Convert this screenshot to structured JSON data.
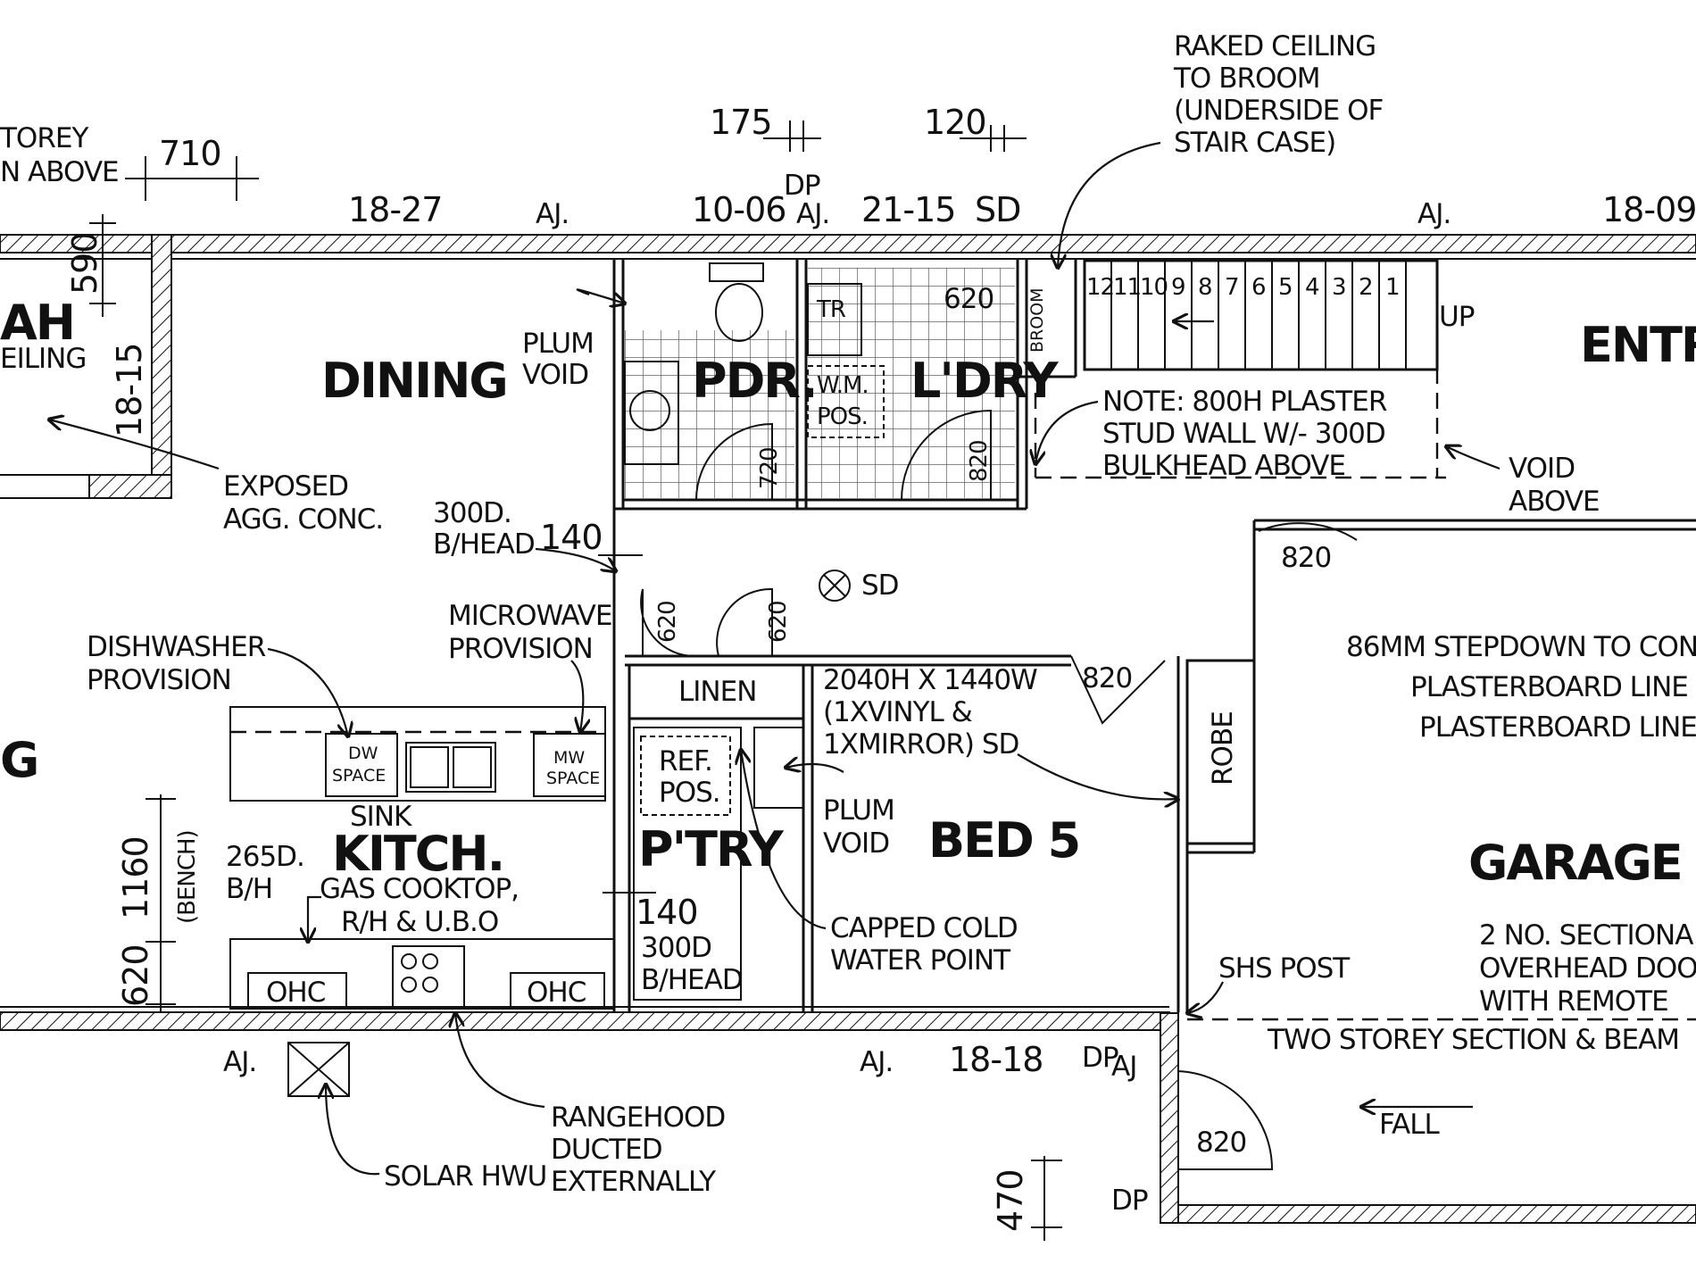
{
  "rooms": {
    "dining": "DINING",
    "pdr": "PDR.",
    "ldry": "L'DRY",
    "entry": "ENTRY",
    "kitch": "KITCH.",
    "ptry": "P'TRY",
    "bed5": "BED 5",
    "garage": "GARAGE",
    "linen": "LINEN",
    "robe": "ROBE",
    "broom": "BROOM"
  },
  "left_edge": {
    "storey_l1": "TOREY",
    "storey_l2": "N ABOVE",
    "ah": "AH",
    "eiling": "EILING",
    "g": "G",
    "dim_590": "590",
    "dim_1815": "18-15"
  },
  "top_labels": {
    "w1827": "18-27",
    "aj1": "AJ.",
    "w1006": "10-06",
    "dp": "DP",
    "aj2": "AJ.",
    "w2115": "21-15",
    "sd": "SD",
    "aj3": "AJ.",
    "w1809": "18-09",
    "dim710": "710",
    "dim175": "175",
    "dim120": "120"
  },
  "raked_note": [
    "RAKED CEILING",
    "TO BROOM",
    "(UNDERSIDE OF",
    "STAIR CASE)"
  ],
  "stair_numbers": [
    "12",
    "11",
    "10",
    "9",
    "8",
    "7",
    "6",
    "5",
    "4",
    "3",
    "2",
    "1"
  ],
  "stair_up": "UP",
  "annotations": {
    "plum_void_1": [
      "PLUM",
      "VOID"
    ],
    "exposed": [
      "EXPOSED",
      "AGG. CONC."
    ],
    "bhead_300_top": [
      "300D.",
      "B/HEAD"
    ],
    "dim140_top": "140",
    "microwave": [
      "MICROWAVE",
      "PROVISION"
    ],
    "dishwasher": [
      "DISHWASHER",
      "PROVISION"
    ],
    "tr": "TR",
    "wm": [
      "W.M.",
      "POS."
    ],
    "door_620_ldry": "620",
    "door_720": "720",
    "door_820_ldry": "820",
    "note_bulkhead": [
      "NOTE: 800H PLASTER",
      "STUD WALL W/- 300D",
      "BULKHEAD ABOVE"
    ],
    "void_above": [
      "VOID",
      "ABOVE"
    ],
    "smoke": "SD",
    "door_620_a": "620",
    "door_620_b": "620",
    "door_820_garage": "820",
    "bed5_window": [
      "2040H X 1440W",
      "(1XVINYL &",
      "1XMIRROR) SD"
    ],
    "door_820_bed": "820",
    "garage_note": [
      "86MM STEPDOWN TO CON",
      "PLASTERBOARD LINE",
      "PLASTERBOARD LINE"
    ],
    "dw_space": [
      "DW",
      "SPACE"
    ],
    "mw_space": [
      "MW",
      "SPACE"
    ],
    "ref_pos": [
      "REF.",
      "POS."
    ],
    "plum_void_2": [
      "PLUM",
      "VOID"
    ],
    "sink": "SINK",
    "bh265": [
      "265D.",
      "B/H"
    ],
    "cooktop": [
      "GAS COOKTOP,",
      "R/H & U.B.O"
    ],
    "dim140_bot": "140",
    "bhead_300_bot": [
      "300D",
      "B/HEAD"
    ],
    "capped": [
      "CAPPED COLD",
      "WATER POINT"
    ],
    "shs_post": "SHS POST",
    "garage_door": [
      "2 NO. SECTIONA",
      "OVERHEAD DOO",
      "WITH REMOTE"
    ],
    "two_storey": "TWO STOREY SECTION & BEAM",
    "dim1160": "1160",
    "bench": "(BENCH)",
    "dim620_left": "620",
    "ohc1": "OHC",
    "ohc2": "OHC",
    "aj_bot1": "AJ.",
    "aj_bot2": "AJ.",
    "w1818": "18-18",
    "dp_bot": "DP",
    "aj_bot3": "AJ",
    "rangehood": [
      "RANGEHOOD",
      "DUCTED",
      "EXTERNALLY"
    ],
    "solar": "SOLAR HWU",
    "fall": "FALL",
    "door_820_bot": "820",
    "dim470": "470",
    "dp_bot2": "DP"
  }
}
